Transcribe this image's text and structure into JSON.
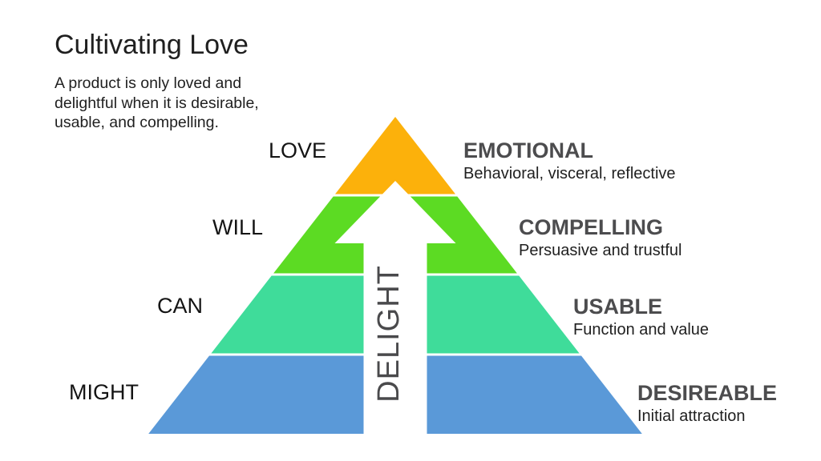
{
  "title": "Cultivating Love",
  "subtitle_lines": [
    "A product is only loved and",
    "delightful when it is desirable,",
    "usable, and compelling."
  ],
  "arrow": {
    "label": "DELIGHT",
    "fill": "#ffffff"
  },
  "levels": [
    {
      "left_label": "LOVE",
      "right_title": "EMOTIONAL",
      "right_subtitle": "Behavioral, visceral, reflective",
      "color": "#FCB10B"
    },
    {
      "left_label": "WILL",
      "right_title": "COMPELLING",
      "right_subtitle": "Persuasive and trustful",
      "color": "#5CDB23"
    },
    {
      "left_label": "CAN",
      "right_title": "USABLE",
      "right_subtitle": "Function and value",
      "color": "#3FDC9A"
    },
    {
      "left_label": "MIGHT",
      "right_title": "DESIREABLE",
      "right_subtitle": "Initial attraction",
      "color": "#5A99D8"
    }
  ],
  "colors": {
    "background": "#ffffff",
    "heading_text": "#1f1f1f",
    "band_title_text": "#4c4c4e",
    "delight_text": "#4a4a4c"
  }
}
